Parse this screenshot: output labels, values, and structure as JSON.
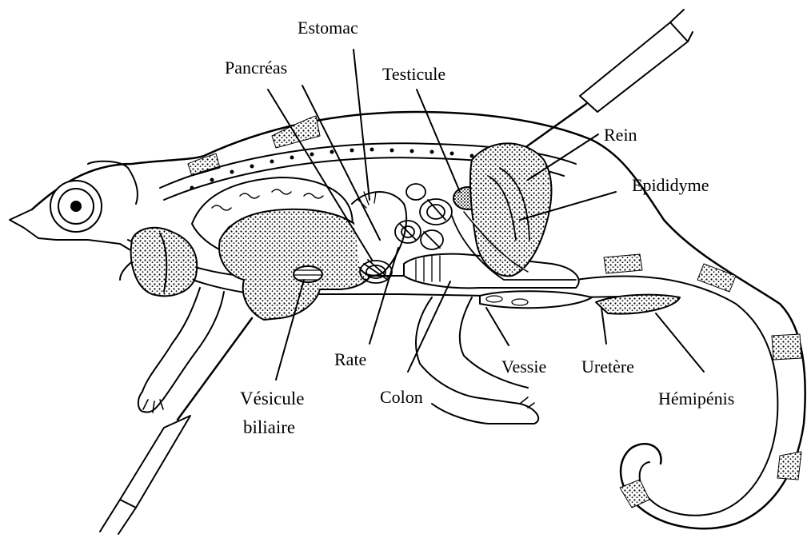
{
  "diagram": {
    "labels": {
      "estomac": "Estomac",
      "pancreas": "Pancréas",
      "testicule": "Testicule",
      "rein": "Rein",
      "epididyme": "Epididyme",
      "rate": "Rate",
      "vessie": "Vessie",
      "uretere": "Uretère",
      "colon": "Colon",
      "vesicule_line1": "Vésicule",
      "vesicule_line2": "biliaire",
      "hemipenis": "Hémipénis"
    },
    "line_color": "#000000",
    "background": "#ffffff"
  }
}
